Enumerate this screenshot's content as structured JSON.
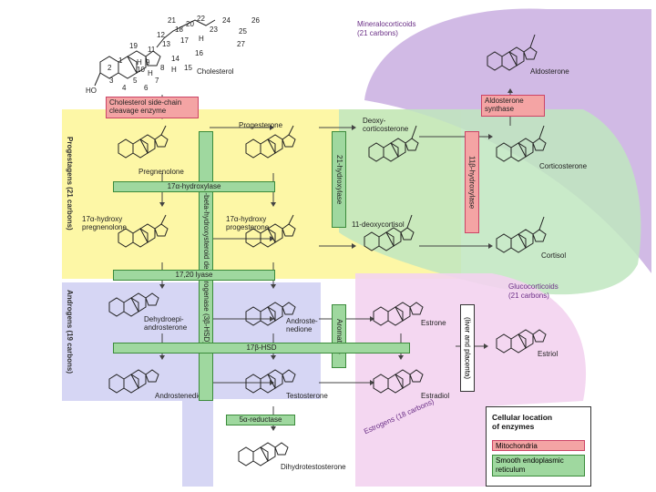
{
  "colors": {
    "progestagen_region": "#fdf7a6",
    "androgen_region": "#d6d6f4",
    "mineralocorticoid_region": "#c9aee0",
    "glucocorticoid_region": "#bfe6bf",
    "estrogen_region": "#f3d3ef",
    "mitochondria": "#f4a4a4",
    "smooth_er": "#9fd89f"
  },
  "regions": {
    "mineralocorticoids": [
      "Mineralocorticoids",
      "(21 carbons)"
    ],
    "glucocorticoids": [
      "Glucocorticoids",
      "(21 carbons)"
    ],
    "progestagens": "Progestagens (21 carbons)",
    "androgens": "Androgens (19 carbons)",
    "estrogens": "Estrogens (18 carbons)"
  },
  "cholesterol_numbers": [
    "21",
    "20",
    "22",
    "23",
    "24",
    "25",
    "26",
    "27",
    "18",
    "12",
    "17",
    "16",
    "19",
    "11",
    "13",
    "14",
    "15",
    "1",
    "2",
    "9",
    "8",
    "10",
    "3",
    "5",
    "4",
    "6",
    "7",
    "H",
    "H",
    "H",
    "H"
  ],
  "molecules": {
    "cholesterol": "Cholesterol",
    "ho": "HO",
    "pregnenolone": "Pregnenolone",
    "progesterone": "Progesterone",
    "deoxycorticosterone": [
      "Deoxy-",
      "corticosterone"
    ],
    "corticosterone": "Corticosterone",
    "aldosterone": "Aldosterone",
    "hydroxypregnenolone": [
      "17α-hydroxy",
      "pregnenolone"
    ],
    "hydroxyprogesterone": [
      "17α-hydroxy",
      "progesterone"
    ],
    "deoxycortisol": "11-deoxycortisol",
    "cortisol": "Cortisol",
    "dhea": [
      "Dehydroepi-",
      "androsterone"
    ],
    "androstenedione": [
      "Androste-",
      "nedione"
    ],
    "estrone": "Estrone",
    "estriol": "Estriol",
    "androstenediol": "Androstenediol",
    "testosterone": "Testosterone",
    "estradiol": "Estradiol",
    "dht": "Dihydrotestosterone"
  },
  "enzymes": {
    "scc": [
      "Cholesterol side-chain",
      "cleavage enzyme"
    ],
    "aldo_synthase": [
      "Aldosterone",
      "synthase"
    ],
    "hsd3b": "3-beta-hydroxysteroid dehydrogenase (3β-HSD)",
    "hydroxylase21": "21-hydroxylase",
    "hydroxylase11b": "11β-hydroxylase",
    "hydroxylase17a": "17α-hydroxylase",
    "lyase": "17,20 lyase",
    "aromatase": "Aromatase",
    "liver_placenta": "(liver and placenta)",
    "hsd17b": "17β-HSD",
    "reductase": "5α-reductase"
  },
  "legend": {
    "title": [
      "Cellular location",
      "of enzymes"
    ],
    "mitochondria": "Mitochondria",
    "smooth_er": [
      "Smooth endoplasmic",
      "reticulum"
    ]
  }
}
